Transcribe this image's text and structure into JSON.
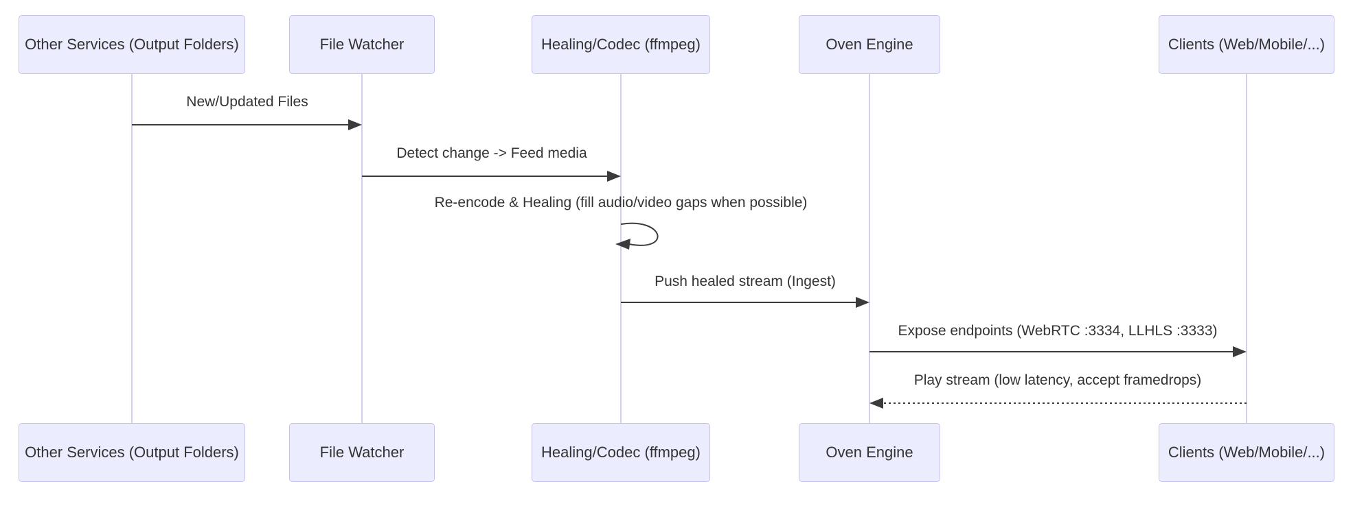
{
  "diagram": {
    "type": "sequence-diagram",
    "actors": [
      {
        "id": "other-services",
        "name": "Other Services (Output Folders)"
      },
      {
        "id": "file-watcher",
        "name": "File Watcher"
      },
      {
        "id": "healing-codec",
        "name": "Healing/Codec (ffmpeg)"
      },
      {
        "id": "oven-engine",
        "name": "Oven Engine"
      },
      {
        "id": "clients",
        "name": "Clients (Web/Mobile/...)"
      }
    ],
    "messages": [
      {
        "from": "other-services",
        "to": "file-watcher",
        "label": "New/Updated Files",
        "line": "solid"
      },
      {
        "from": "file-watcher",
        "to": "healing-codec",
        "label": "Detect change -> Feed media",
        "line": "solid"
      },
      {
        "from": "healing-codec",
        "to": "healing-codec",
        "label": "Re-encode & Healing (fill audio/video gaps when possible)",
        "line": "self-loop"
      },
      {
        "from": "healing-codec",
        "to": "oven-engine",
        "label": "Push healed stream (Ingest)",
        "line": "solid"
      },
      {
        "from": "oven-engine",
        "to": "clients",
        "label": "Expose endpoints (WebRTC :3334, LLHLS :3333)",
        "line": "solid"
      },
      {
        "from": "clients",
        "to": "oven-engine",
        "label": "Play stream (low latency, accept framedrops)",
        "line": "dashed"
      }
    ],
    "colors": {
      "actor_fill": "#ECECFF",
      "actor_border": "#c6c0ec",
      "lifeline": "#d5cdeb",
      "arrow": "#3b3b3b",
      "text": "#333333",
      "background": "#ffffff"
    }
  }
}
